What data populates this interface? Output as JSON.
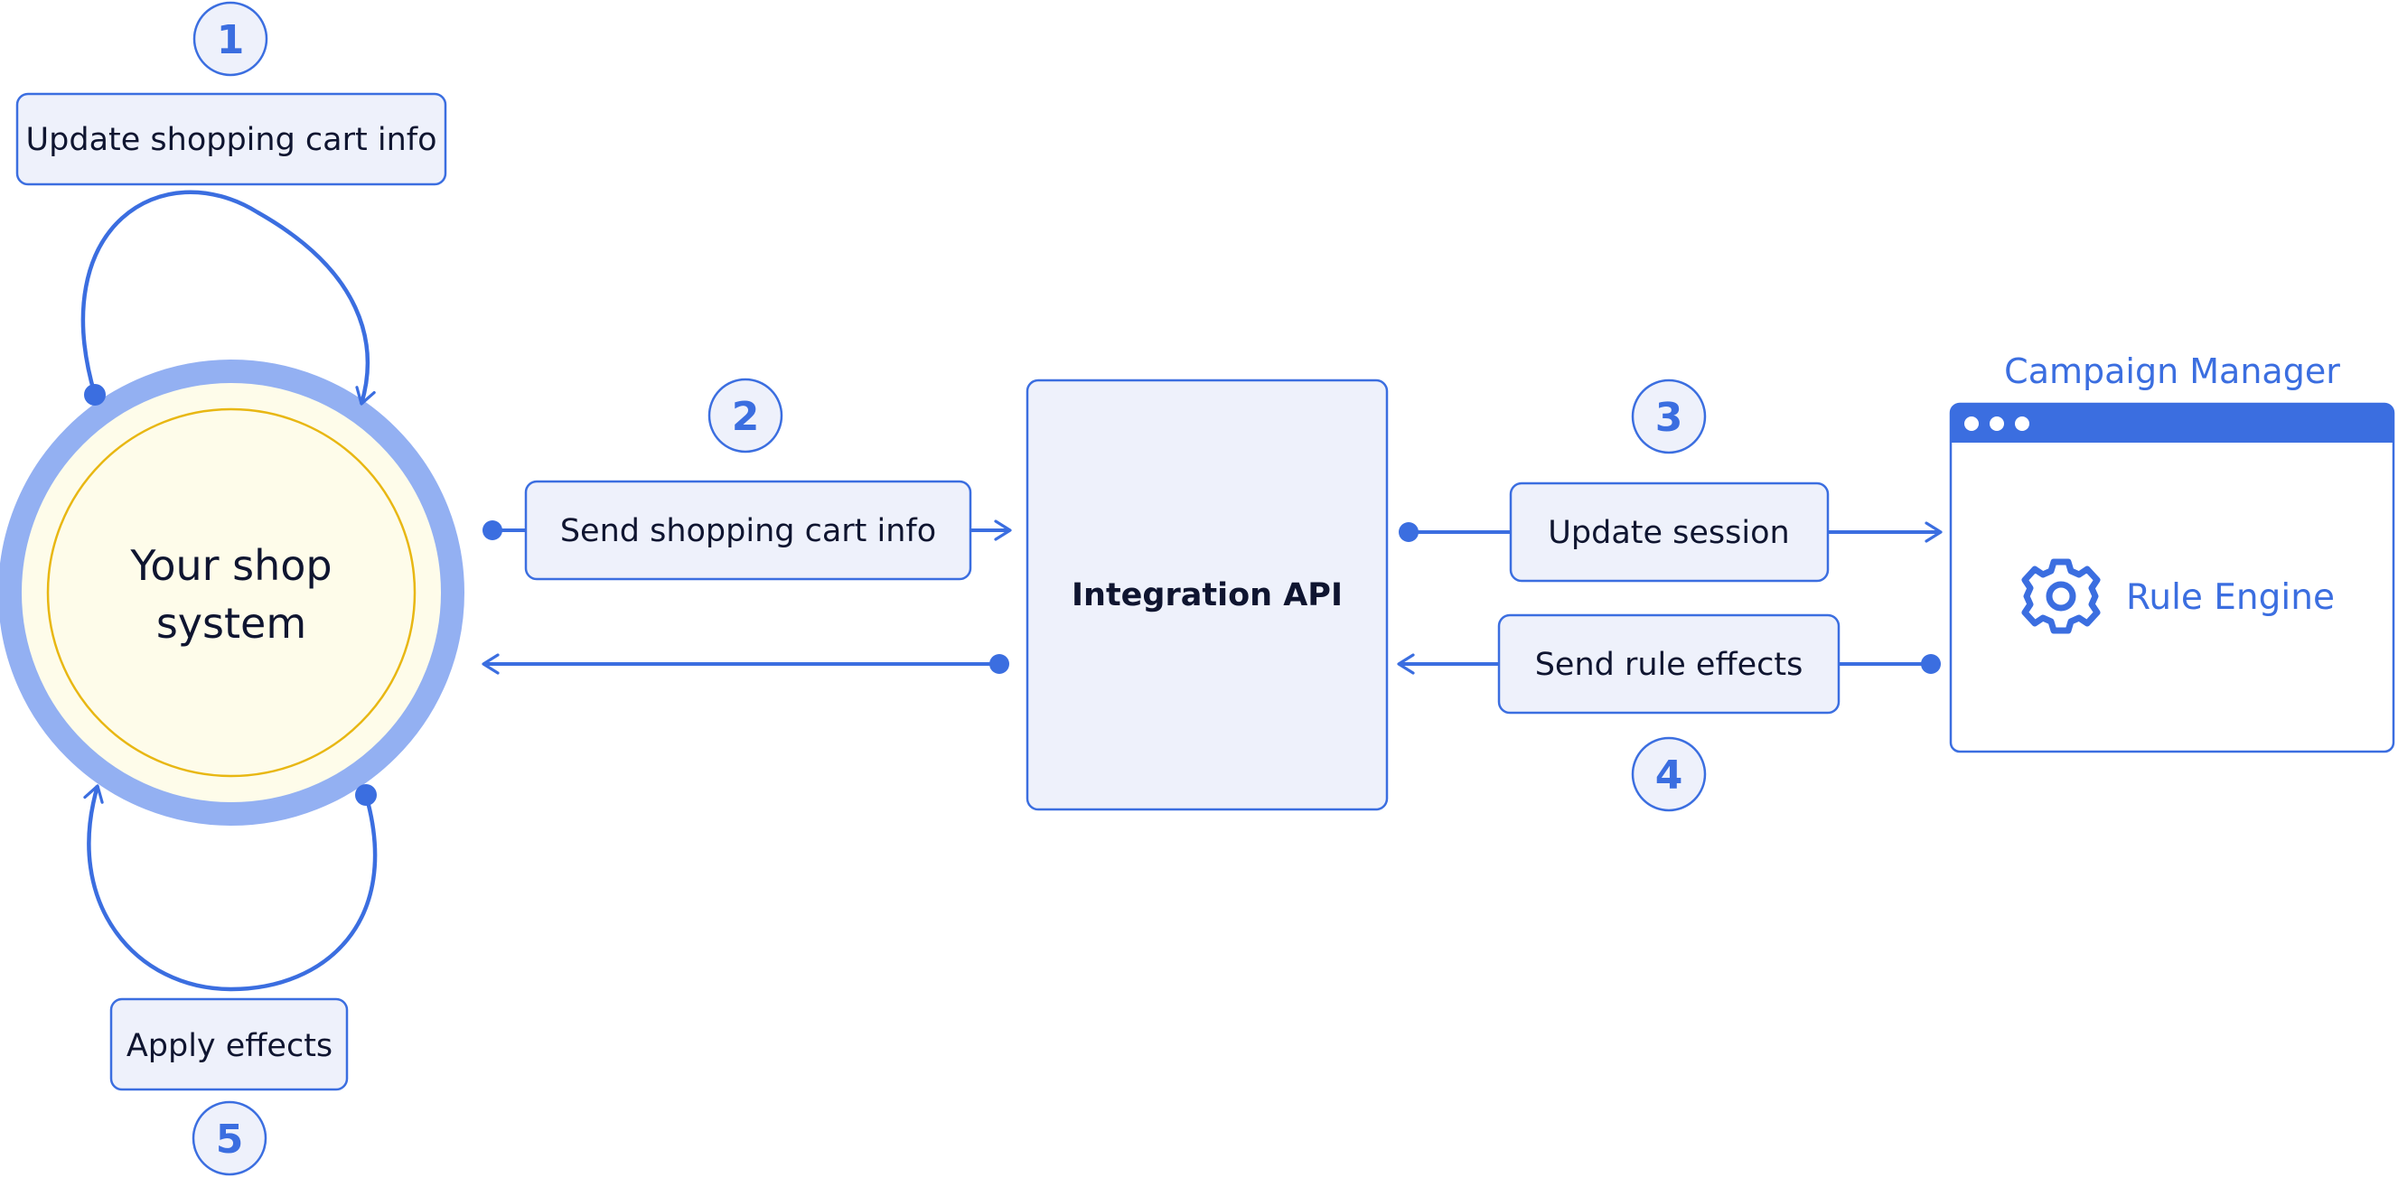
{
  "colors": {
    "accent": "#3b6ee0",
    "box_fill": "#eef1fb",
    "ring": "#93b0f2",
    "core_fill": "#fefcea",
    "core_stroke": "#e8b713",
    "text": "#0f1530"
  },
  "steps": {
    "s1": "1",
    "s2": "2",
    "s3": "3",
    "s4": "4",
    "s5": "5"
  },
  "labels": {
    "update_cart": "Update shopping cart info",
    "send_cart": "Send shopping cart info",
    "update_session": "Update session",
    "send_effects": "Send rule effects",
    "apply_effects": "Apply effects"
  },
  "shop_system": {
    "line1": "Your shop",
    "line2": "system"
  },
  "integration_api": "Integration API",
  "campaign_manager": {
    "title": "Campaign Manager",
    "engine_label": "Rule Engine",
    "engine_icon": "gear-icon"
  }
}
